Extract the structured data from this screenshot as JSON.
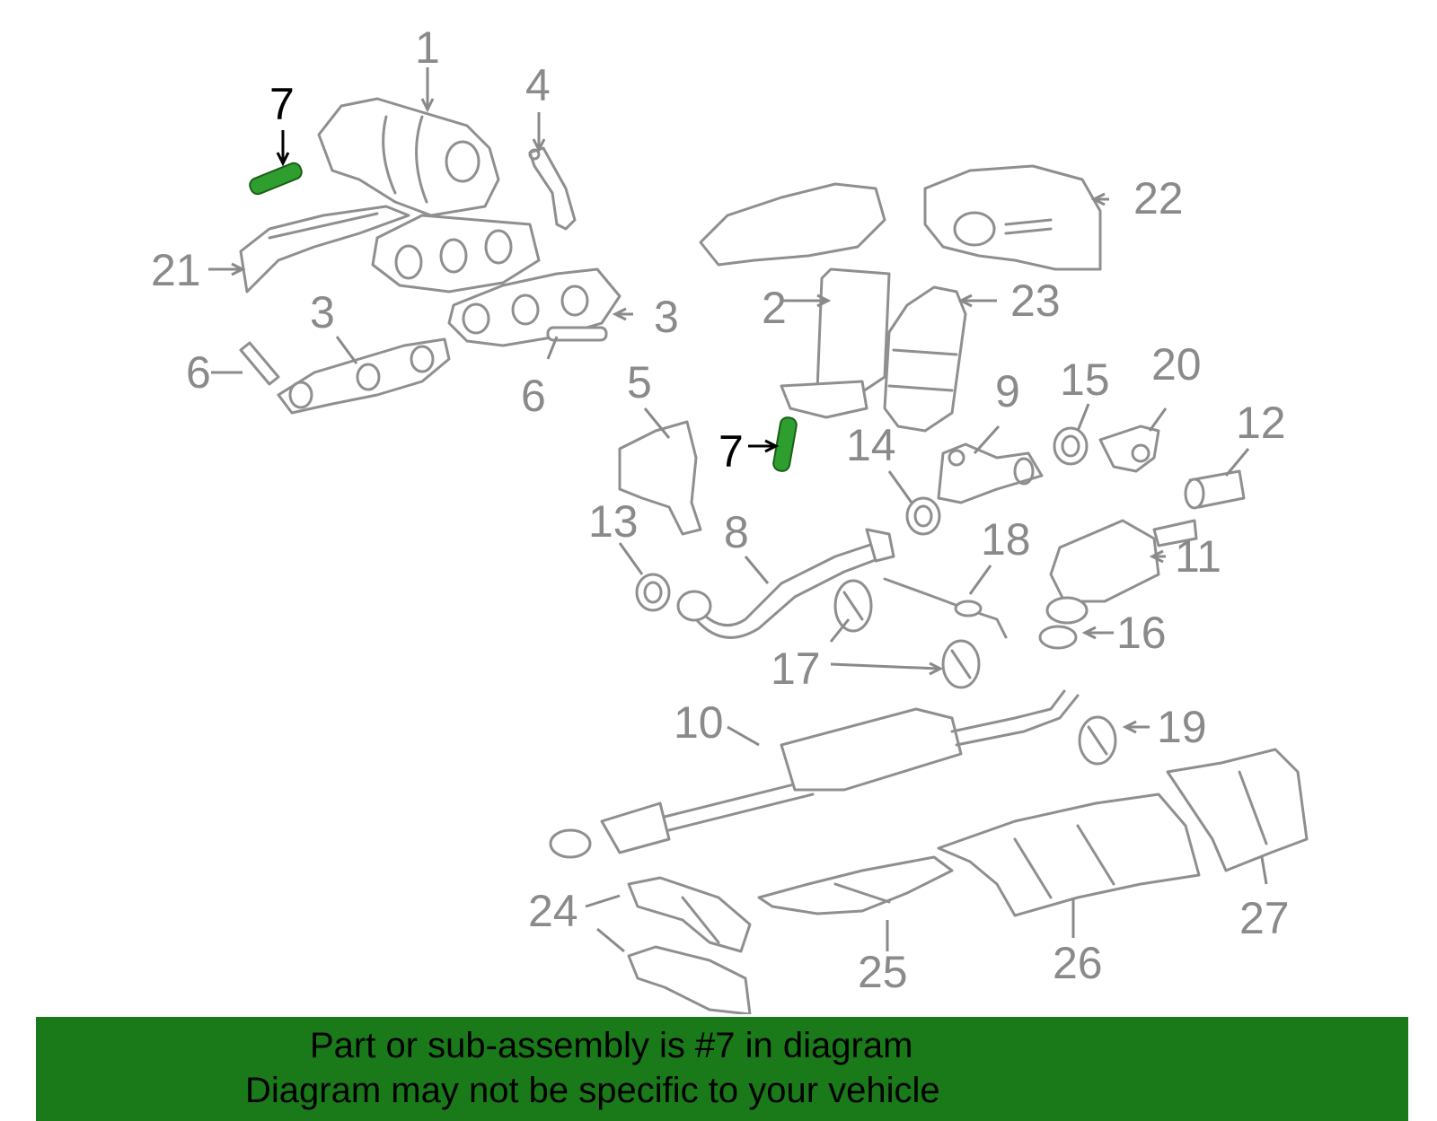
{
  "labels": [
    "1",
    "2",
    "3",
    "3",
    "4",
    "5",
    "6",
    "6",
    "7",
    "7",
    "8",
    "9",
    "10",
    "11",
    "12",
    "13",
    "14",
    "15",
    "16",
    "17",
    "18",
    "19",
    "20",
    "21",
    "22",
    "23",
    "24",
    "25",
    "26",
    "27"
  ],
  "highlight": {
    "part_number": "7",
    "color": "#2e9e2e"
  },
  "banner": {
    "line1": "Part or sub-assembly is #7 in diagram",
    "line2": "Diagram may not be specific to your vehicle",
    "bg_color": "#1a7a1a"
  },
  "colors": {
    "line_art": "#8f8f8f",
    "label": "#8a8a8a"
  }
}
